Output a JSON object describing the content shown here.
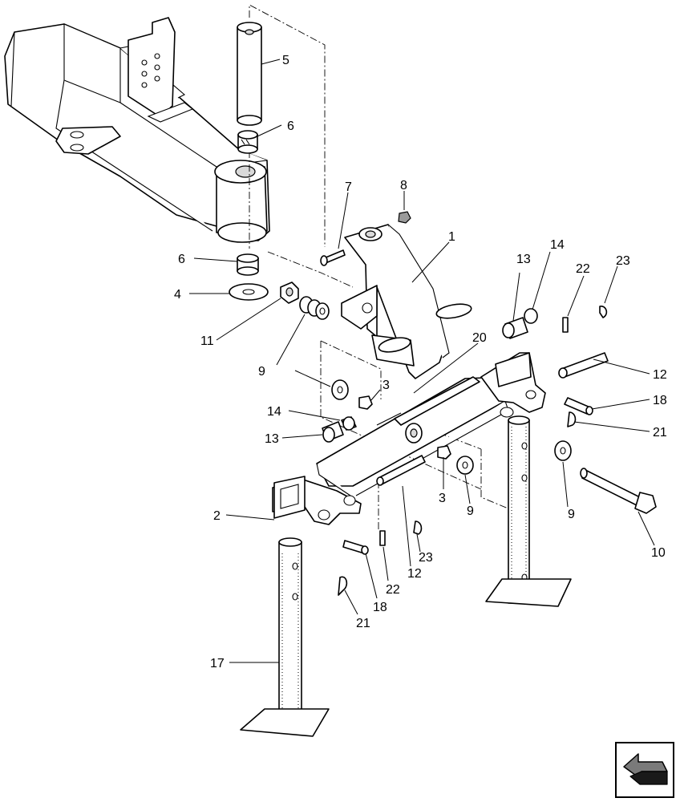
{
  "callouts": [
    {
      "id": "c1",
      "text": "1"
    },
    {
      "id": "c2",
      "text": "2"
    },
    {
      "id": "c3a",
      "text": "3"
    },
    {
      "id": "c3b",
      "text": "3"
    },
    {
      "id": "c4",
      "text": "4"
    },
    {
      "id": "c5",
      "text": "5"
    },
    {
      "id": "c6a",
      "text": "6"
    },
    {
      "id": "c6b",
      "text": "6"
    },
    {
      "id": "c7",
      "text": "7"
    },
    {
      "id": "c8",
      "text": "8"
    },
    {
      "id": "c9a",
      "text": "9"
    },
    {
      "id": "c9b",
      "text": "9"
    },
    {
      "id": "c9c",
      "text": "9"
    },
    {
      "id": "c10",
      "text": "10"
    },
    {
      "id": "c11",
      "text": "11"
    },
    {
      "id": "c12a",
      "text": "12"
    },
    {
      "id": "c12b",
      "text": "12"
    },
    {
      "id": "c13a",
      "text": "13"
    },
    {
      "id": "c13b",
      "text": "13"
    },
    {
      "id": "c14a",
      "text": "14"
    },
    {
      "id": "c14b",
      "text": "14"
    },
    {
      "id": "c17",
      "text": "17"
    },
    {
      "id": "c18a",
      "text": "18"
    },
    {
      "id": "c18b",
      "text": "18"
    },
    {
      "id": "c20",
      "text": "20"
    },
    {
      "id": "c21a",
      "text": "21"
    },
    {
      "id": "c21b",
      "text": "21"
    },
    {
      "id": "c22a",
      "text": "22"
    },
    {
      "id": "c22b",
      "text": "22"
    },
    {
      "id": "c23a",
      "text": "23"
    },
    {
      "id": "c23b",
      "text": "23"
    }
  ],
  "nav_icon": "return-arrow-icon"
}
